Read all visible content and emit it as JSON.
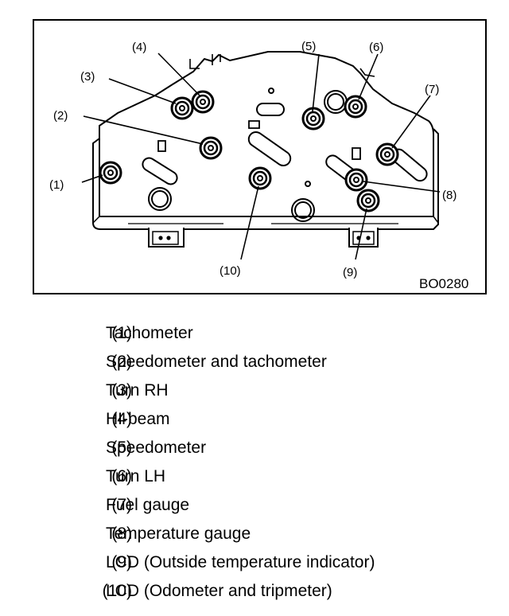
{
  "figure": {
    "code": "BO0280",
    "callouts": [
      "(1)",
      "(2)",
      "(3)",
      "(4)",
      "(5)",
      "(6)",
      "(7)",
      "(8)",
      "(9)",
      "(10)"
    ]
  },
  "legend": [
    {
      "num": "(1)",
      "text": "Tachometer"
    },
    {
      "num": "(2)",
      "text": "Speedometer and tachometer"
    },
    {
      "num": "(3)",
      "text": "Turn RH"
    },
    {
      "num": "(4)",
      "text": "HI-beam"
    },
    {
      "num": "(5)",
      "text": "Speedometer"
    },
    {
      "num": "(6)",
      "text": "Turn LH"
    },
    {
      "num": "(7)",
      "text": "Fuel gauge"
    },
    {
      "num": "(8)",
      "text": "Temperature gauge"
    },
    {
      "num": "(9)",
      "text": "LCD (Outside temperature indicator)"
    },
    {
      "num": "(10)",
      "text": "LCD (Odometer and tripmeter)"
    }
  ]
}
